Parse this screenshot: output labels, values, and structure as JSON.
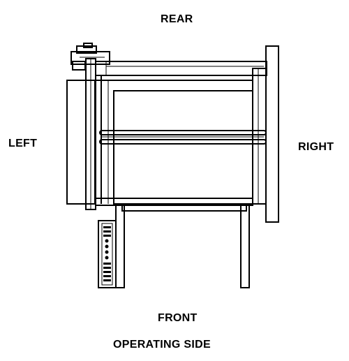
{
  "labels": {
    "rear": "REAR",
    "left": "LEFT",
    "right": "RIGHT",
    "front": "FRONT",
    "operating_side": "OPERATING SIDE"
  },
  "colors": {
    "line": "#000000",
    "background": "#ffffff"
  }
}
